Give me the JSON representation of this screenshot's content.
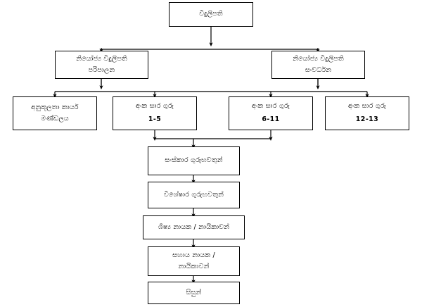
{
  "diagram": {
    "type": "organizational-hierarchy-flowchart",
    "language": "Sinhala",
    "background_color": "#ffffff",
    "line_color": "#000000",
    "box_border_color": "#000000",
    "box_fill_color": "#ffffff",
    "nodes": {
      "commissioner": {
        "line1": "විදුලිපති",
        "line2": ""
      },
      "deputy_admin": {
        "line1": "නියෝජ්‍ය විදුලිපති",
        "line2": "පරිපාලන"
      },
      "deputy_dev": {
        "line1": "නියෝජ්‍ය විදුලිපති",
        "line2": "සංවර්ධන"
      },
      "inspection_unit": {
        "line1": "අනුකූලතා කාර්ය",
        "line2": "මණ්ඩලය"
      },
      "grade_1_5": {
        "line1": "අංක සාර ගුරු",
        "line2": "1-5"
      },
      "grade_6_11": {
        "line1": "අංක සාර ගුරු",
        "line2": "6-11"
      },
      "grade_12_13": {
        "line1": "අංක සාර ගුරු",
        "line2": "12-13"
      },
      "chief_teacher": {
        "line1": "සංස්කාර ගුරුභවතුන්",
        "line2": ""
      },
      "special_teacher": {
        "line1": "විශේෂාර ගුරුභවතුන්",
        "line2": ""
      },
      "student_leader": {
        "line1": "ශිෂ්‍ය නායක / නායිකාවන්",
        "line2": ""
      },
      "prefect": {
        "line1": "සහාය නායක /",
        "line2": "නායිකාවන්"
      },
      "students": {
        "line1": "සිසුන්",
        "line2": ""
      }
    }
  }
}
